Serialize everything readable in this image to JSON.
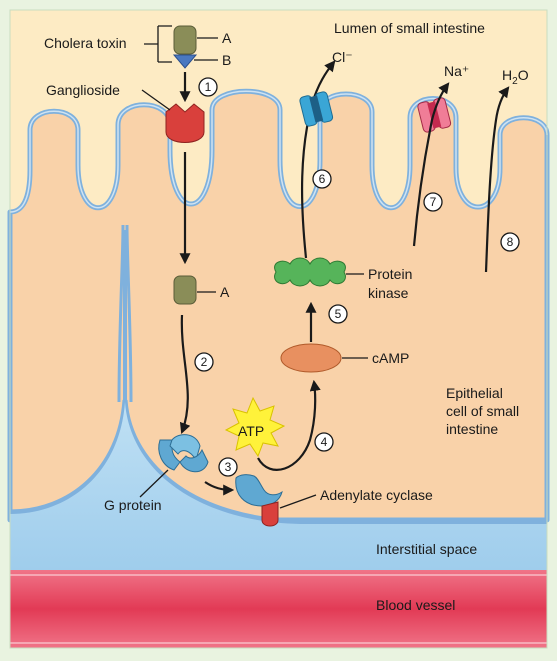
{
  "labels": {
    "lumen": "Lumen of small intestine",
    "cholera_toxin": "Cholera toxin",
    "subunit_a": "A",
    "subunit_b": "B",
    "ganglioside": "Ganglioside",
    "chloride": "Cl⁻",
    "sodium": "Na⁺",
    "water_h": "H",
    "water_sub": "2",
    "water_o": "O",
    "free_a": "A",
    "protein_kinase_1": "Protein",
    "protein_kinase_2": "kinase",
    "camp": "cAMP",
    "atp": "ATP",
    "epithelial_1": "Epithelial",
    "epithelial_2": "cell of small",
    "epithelial_3": "intestine",
    "adenylate_cyclase": "Adenylate cyclase",
    "g_protein": "G protein",
    "interstitial": "Interstitial space",
    "blood_vessel": "Blood vessel"
  },
  "steps": [
    "1",
    "2",
    "3",
    "4",
    "5",
    "6",
    "7",
    "8"
  ],
  "colors": {
    "lumen": "#fdebc4",
    "cell": "#f9d2a9",
    "membrane": "#7fb1dd",
    "interstitial": "#a9d3ee",
    "vessel": "#e8435f",
    "ganglioside": "#d9403c",
    "toxin_a": "#8a8d58",
    "toxin_b": "#4a78c0",
    "channel": "#3aa6d6",
    "na_channel": "#e44f73",
    "protein_kinase": "#56b45a",
    "camp": "#e89060",
    "atp": "#fff23a",
    "g_protein": "#5fa8d2"
  }
}
